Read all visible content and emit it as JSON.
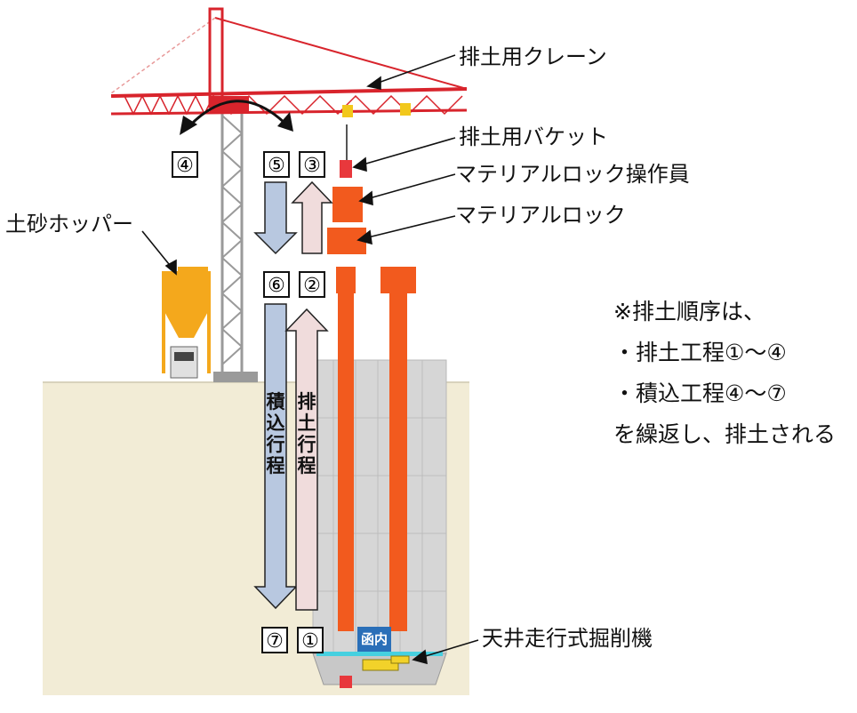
{
  "labels": {
    "crane": "排土用クレーン",
    "bucket": "排土用バケット",
    "operator": "マテリアルロック操作員",
    "lock": "マテリアルロック",
    "hopper": "土砂ホッパー",
    "excavator": "天井走行式掘削機",
    "caisson_tag": "函内"
  },
  "steps": {
    "s1": "①",
    "s2": "②",
    "s3": "③",
    "s4": "④",
    "s5": "⑤",
    "s6": "⑥",
    "s7": "⑦"
  },
  "phases": {
    "loading": "積込行程",
    "discharge": "排土行程"
  },
  "note": {
    "line1": "※排土順序は、",
    "line2": "・排土工程①～④",
    "line3": "・積込工程④～⑦",
    "line4": "を繰返し、排土される"
  },
  "colors": {
    "ground": "#f2ecd6",
    "crane": "#d8242c",
    "tower": "#9a9a9a",
    "shaft": "#f25a1e",
    "hopper": "#f4a81c",
    "loading_arrow": "#b8c8e0",
    "discharge_arrow": "#f0dcdc",
    "caisson_tag": "#2a6fb8"
  }
}
